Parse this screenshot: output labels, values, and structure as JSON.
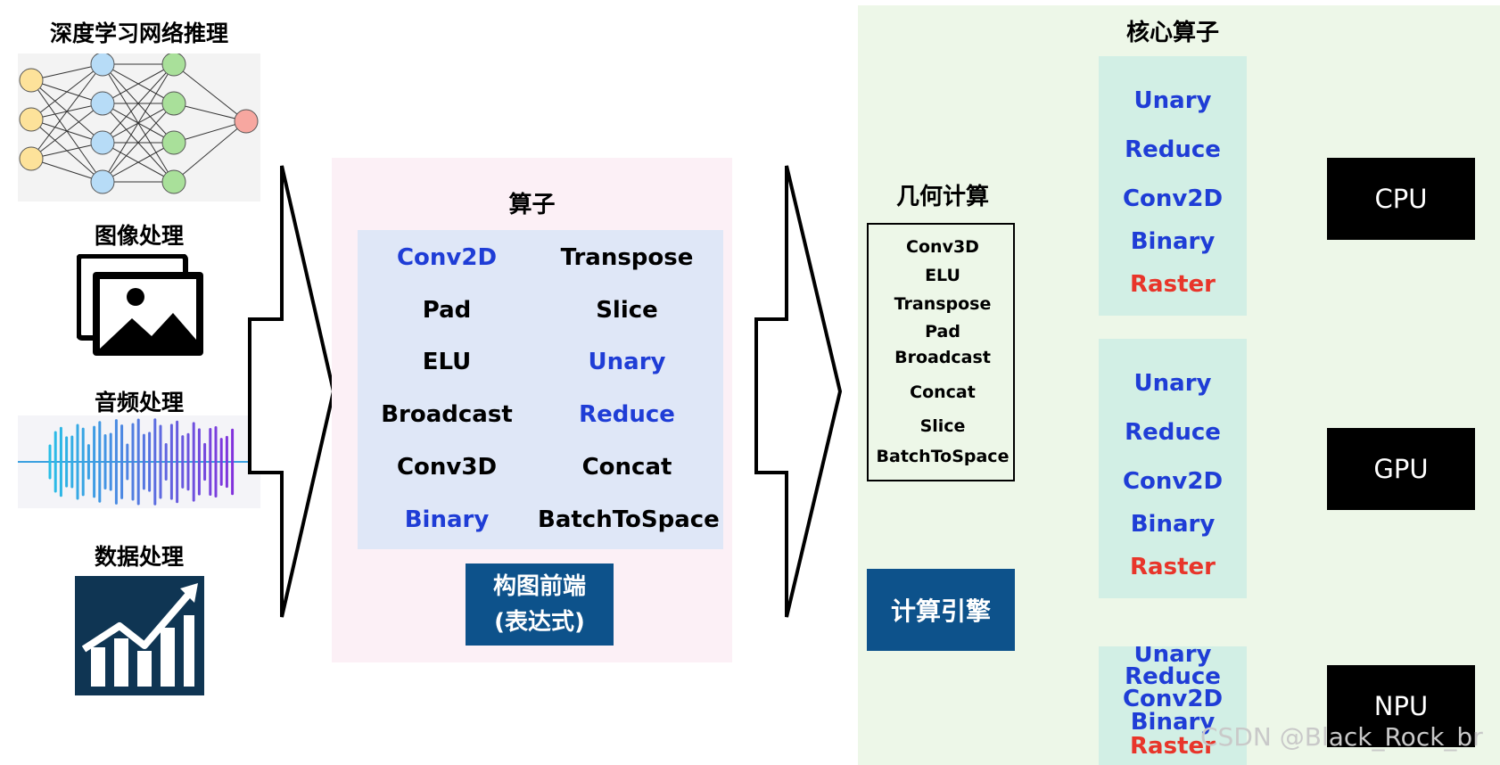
{
  "left": {
    "titles": [
      "深度学习网络推理",
      "图像处理",
      "音频处理",
      "数据处理"
    ]
  },
  "middle": {
    "title": "算子",
    "ops": [
      {
        "label": "Conv2D",
        "color": "blue"
      },
      {
        "label": "Transpose",
        "color": "black"
      },
      {
        "label": "Pad",
        "color": "black"
      },
      {
        "label": "Slice",
        "color": "black"
      },
      {
        "label": "ELU",
        "color": "black"
      },
      {
        "label": "Unary",
        "color": "blue"
      },
      {
        "label": "Broadcast",
        "color": "black"
      },
      {
        "label": "Reduce",
        "color": "blue"
      },
      {
        "label": "Conv3D",
        "color": "black"
      },
      {
        "label": "Concat",
        "color": "black"
      },
      {
        "label": "Binary",
        "color": "blue"
      },
      {
        "label": "BatchToSpace",
        "color": "black"
      }
    ],
    "frontend_line1": "构图前端",
    "frontend_line2": "(表达式)"
  },
  "right": {
    "geo_title": "几何计算",
    "geo_items": [
      "Conv3D",
      "ELU",
      "Transpose",
      "Pad",
      "Broadcast",
      "Concat",
      "Slice",
      "BatchToSpace"
    ],
    "engine": "计算引擎",
    "core_title": "核心算子",
    "core_groups": [
      {
        "items": [
          "Unary",
          "Reduce",
          "Conv2D",
          "Binary",
          "Raster"
        ]
      },
      {
        "items": [
          "Unary",
          "Reduce",
          "Conv2D",
          "Binary",
          "Raster"
        ]
      },
      {
        "items": [
          "Unary",
          "Reduce",
          "Conv2D",
          "Binary",
          "Raster"
        ]
      }
    ],
    "devices": [
      "CPU",
      "GPU",
      "NPU"
    ]
  },
  "watermark": "CSDN @Black_Rock_br",
  "colors": {
    "blue_text": "#1f3dd6",
    "red_text": "#e8352a",
    "dark_blue_box": "#0d528b",
    "pink_panel": "#fcf0f6",
    "green_panel": "#edf7e8",
    "mint_col": "#d2efe5",
    "ops_bg": "#dfe7f7"
  }
}
